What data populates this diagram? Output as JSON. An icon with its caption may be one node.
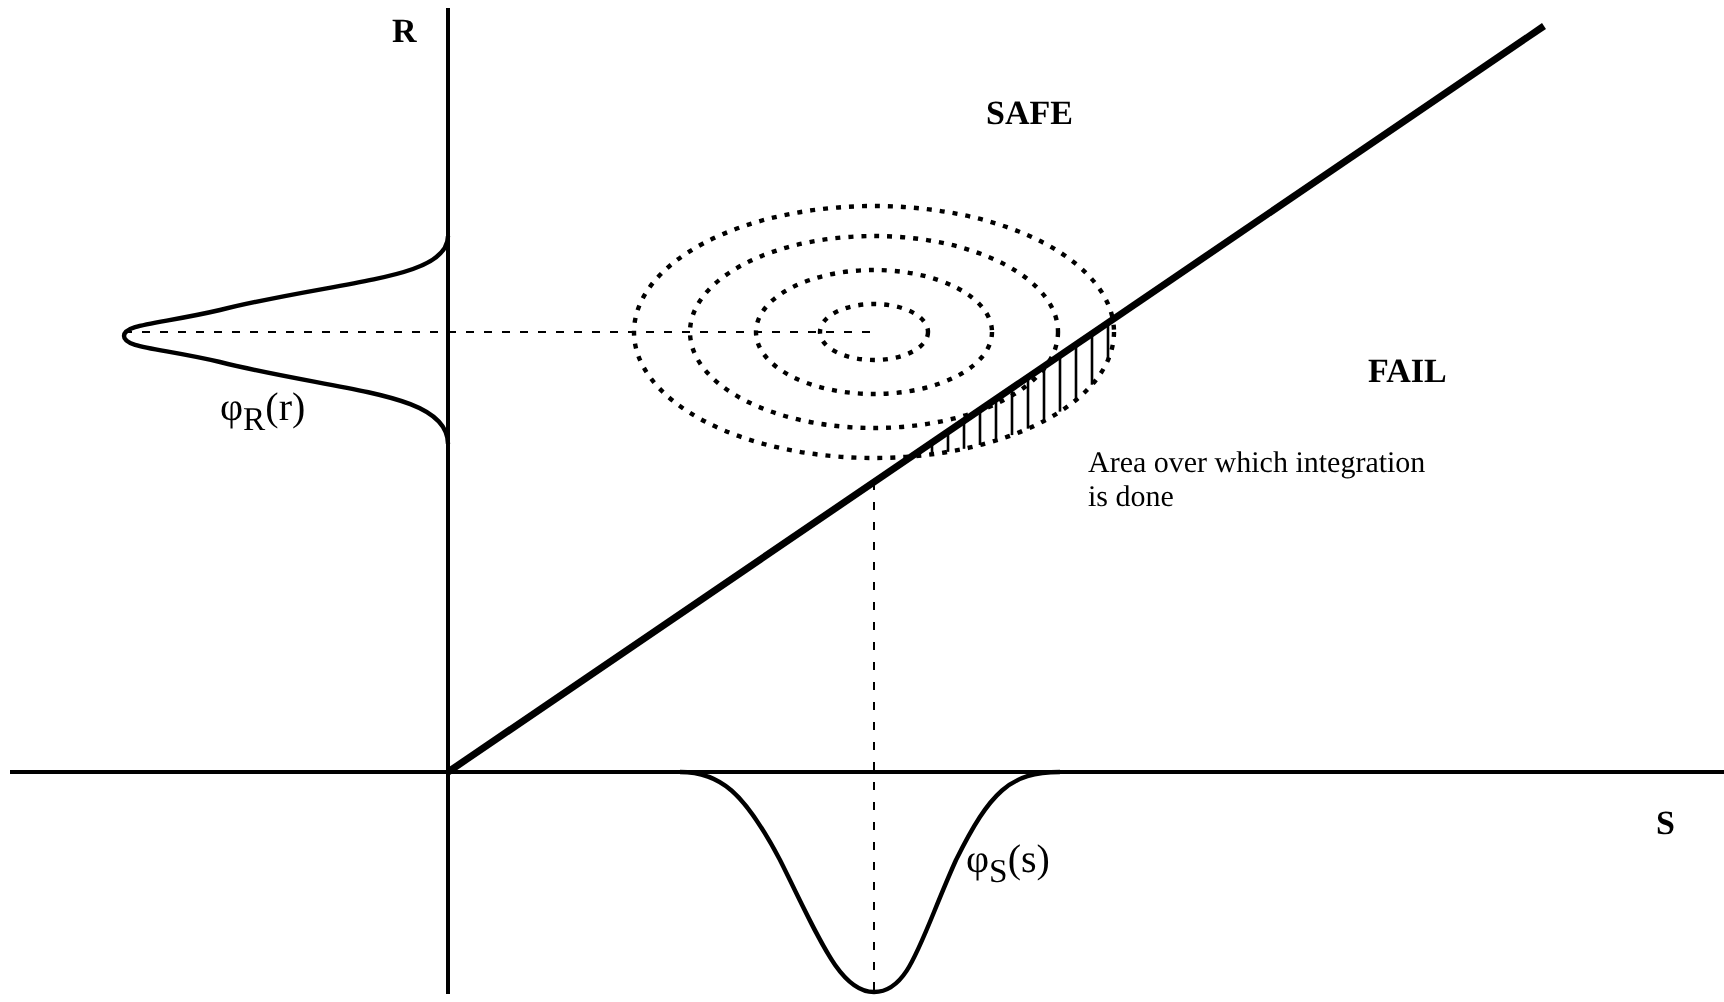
{
  "diagram": {
    "labels": [
      "R",
      "SAFE",
      "FAIL",
      "φ$_{R}$(r)",
      "Area over which integration is done",
      "S",
      "φ$_{S}$(s)"
    ]
  }
}
